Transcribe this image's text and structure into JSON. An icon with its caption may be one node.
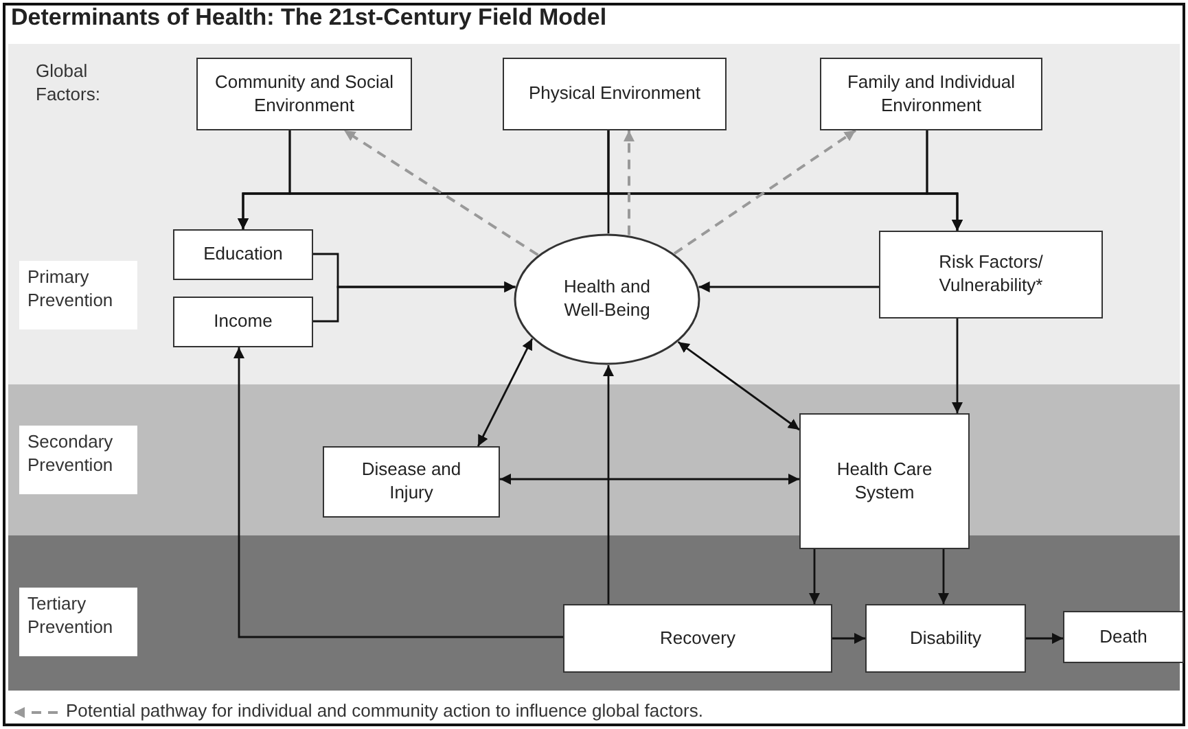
{
  "diagram": {
    "title": "Determinants of Health: The 21st-Century Field Model",
    "nodes": [
      {
        "text": [
          "Community and Social Environment"
        ]
      },
      {
        "text": [
          "Physical Environment"
        ]
      },
      {
        "text": [
          "Family and Individual Environment"
        ]
      },
      {
        "text": [
          "Education"
        ]
      },
      {
        "text": [
          "Income"
        ]
      },
      {
        "text": [
          "Health and Well-Being"
        ]
      },
      {
        "text": [
          "Risk Factors/ Vulnerability*"
        ]
      },
      {
        "text": [
          "Disease and Injury"
        ]
      },
      {
        "text": [
          "Health Care System"
        ]
      },
      {
        "text": [
          "Recovery"
        ]
      },
      {
        "text": [
          "Disability"
        ]
      },
      {
        "text": [
          "Death"
        ]
      }
    ],
    "edges": [
      {
        "from": 0,
        "to": 3,
        "arrow": "to"
      },
      {
        "from": 1,
        "to": 3,
        "arrow": "to"
      },
      {
        "from": 2,
        "to": 3,
        "arrow": "to"
      },
      {
        "from": 0,
        "to": 6,
        "arrow": "to"
      },
      {
        "from": 1,
        "to": 6,
        "arrow": "to"
      },
      {
        "from": 2,
        "to": 6,
        "arrow": "to"
      },
      {
        "from": 1,
        "to": 5,
        "arrow": "none"
      },
      {
        "from": 5,
        "to": 0,
        "arrow": "to",
        "style": "dashed",
        "color": "#999999"
      },
      {
        "from": 5,
        "to": 1,
        "arrow": "to",
        "style": "dashed",
        "color": "#999999"
      },
      {
        "from": 5,
        "to": 2,
        "arrow": "to",
        "style": "dashed",
        "color": "#999999"
      },
      {
        "from": 3,
        "to": 5,
        "arrow": "to"
      },
      {
        "from": 4,
        "to": 5,
        "arrow": "to"
      },
      {
        "from": 6,
        "to": 5,
        "arrow": "to"
      },
      {
        "from": 5,
        "to": 7,
        "arrow": "both"
      },
      {
        "from": 5,
        "to": 8,
        "arrow": "both"
      },
      {
        "from": 7,
        "to": 8,
        "arrow": "both"
      },
      {
        "from": 6,
        "to": 8,
        "arrow": "to"
      },
      {
        "from": 9,
        "to": 4,
        "arrow": "to"
      },
      {
        "from": 9,
        "to": 5,
        "arrow": "to"
      },
      {
        "from": 8,
        "to": 9,
        "arrow": "to"
      },
      {
        "from": 8,
        "to": 10,
        "arrow": "to"
      },
      {
        "from": 9,
        "to": 10,
        "arrow": "to"
      },
      {
        "from": 10,
        "to": 11,
        "arrow": "to"
      }
    ],
    "labels": [
      "Global Factors:",
      "Primary Prevention",
      "Secondary Prevention",
      "Tertiary Prevention"
    ],
    "legend": [
      {
        "text": "Potential pathway for individual and community action to influence global factors."
      }
    ]
  }
}
